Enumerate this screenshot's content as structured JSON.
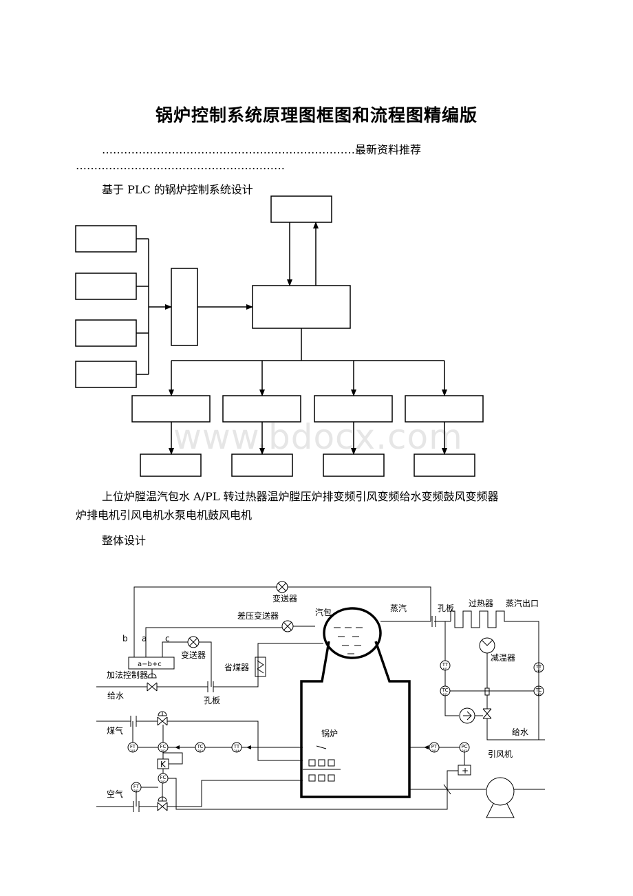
{
  "title": "锅炉控制系统原理图框图和流程图精编版",
  "header_line1": "……………………………………………………………最新资料推荐",
  "header_line2": "…………………………………………………",
  "intro": "基于 PLC 的锅炉控制系统设计",
  "block_labels_line1": "上位炉膛温汽包水 A/PL 转过热器温炉膛压炉排变频引风变频给水变频鼓风变频器",
  "block_labels_line2": "炉排电机引风电机水泵电机鼓风电机",
  "section2": "整体设计",
  "watermark": "www.bdocx.com",
  "flow": {
    "transmitter_top": "变送器",
    "diff_transmitter": "差压变送器",
    "drum": "汽包",
    "steam": "蒸汽",
    "orifice_top": "孔板",
    "superheater": "过热器",
    "steam_outlet": "蒸汽出口",
    "desuperheater": "减温器",
    "label_b": "b",
    "label_a": "a",
    "label_c": "c",
    "transmitter_mid": "变送器",
    "adder_formula": "a−b+c",
    "adder": "加法控制器",
    "economizer": "省煤器",
    "feedwater_left": "给水",
    "orifice_bottom": "孔板",
    "feedwater_right": "给水",
    "gas": "煤气",
    "boiler": "锅炉",
    "induced_fan": "引风机",
    "air": "空气",
    "ratio_k": "K",
    "sum_plus": "+"
  },
  "instruments": {
    "tt_left": "TT",
    "tt_left_num": "401",
    "tc_left": "TC",
    "tc_left_num": "401",
    "tt_right": "TT",
    "tt_right_num": "402",
    "tc_right": "TC",
    "tc_right_num": "402",
    "ft_gas": "FT",
    "ft_gas_num": "301",
    "fc_gas": "FC",
    "fc_gas_num": "302",
    "tc_gas": "TC",
    "tc_gas_num": "303",
    "tt_gas": "TT",
    "tt_gas_num": "304",
    "pt": "PT",
    "pt_num": "201",
    "pc": "PC",
    "pc_num": "202",
    "ft_air": "FT",
    "ft_air_num": "201",
    "fc_air": "FC",
    "fc_air_num": "202"
  }
}
